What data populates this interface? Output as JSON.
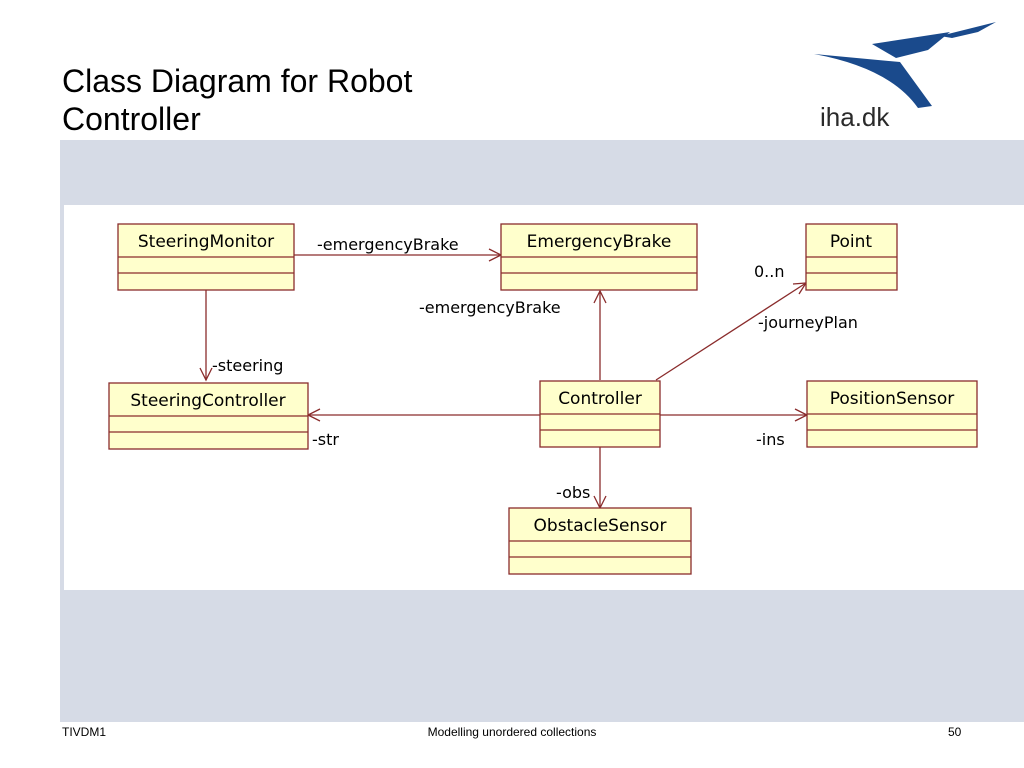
{
  "slide": {
    "title_line1": "Class Diagram for Robot",
    "title_line2": "Controller",
    "logo_text": "iha.dk"
  },
  "diagram": {
    "classes": {
      "steering_monitor": "SteeringMonitor",
      "emergency_brake": "EmergencyBrake",
      "point": "Point",
      "steering_controller": "SteeringController",
      "controller": "Controller",
      "position_sensor": "PositionSensor",
      "obstacle_sensor": "ObstacleSensor"
    },
    "roles": {
      "monitor_brake": "-emergencyBrake",
      "controller_brake": "-emergencyBrake",
      "multiplicity_point": "0..n",
      "journey_plan": "-journeyPlan",
      "steering": "-steering",
      "str": "-str",
      "ins": "-ins",
      "obs": "-obs"
    },
    "colors": {
      "class_fill": "#ffffcc",
      "class_stroke": "#8a2c2c",
      "association": "#8a2c2c",
      "panel": "#d6dbe6",
      "logo_blue": "#1a4a8c"
    }
  },
  "footer": {
    "left": "TIVDM1",
    "center": "Modelling unordered collections",
    "right": "50"
  }
}
